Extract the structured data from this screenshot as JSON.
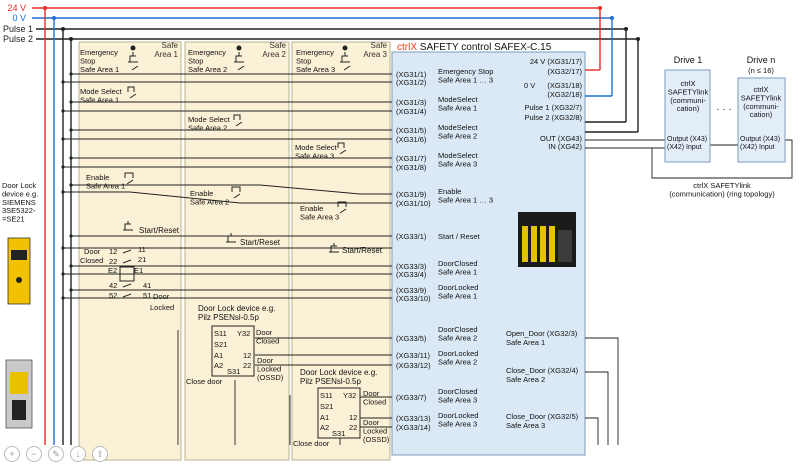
{
  "colors": {
    "wire_24v": "#e32b2b",
    "wire_0v": "#1f6fd1",
    "wire": "#222222",
    "zone_fill": "#fbf1d6",
    "zone_border": "#b9b294",
    "controller_fill": "#dbe8f5",
    "controller_border": "#7e9cbd",
    "brand": "#e3421b",
    "drive_fill": "#e3eef9"
  },
  "rails": {
    "v24": "24 V",
    "v0": "0 V",
    "pulse1": "Pulse 1",
    "pulse2": "Pulse 2"
  },
  "zones": {
    "area1": "Safe\nArea 1",
    "area2": "Safe\nArea 2",
    "area3": "Safe\nArea 3"
  },
  "controller": {
    "brand": "ctrlX",
    "title": " SAFETY control SAFEX-C.15"
  },
  "devices": {
    "estop1": "Emergency\nStop\nSafe Area 1",
    "estop2": "Emergency\nStop\nSafe Area 2",
    "estop3": "Emergency\nStop\nSafe Area 3",
    "modesel1": "Mode Select\nSafe Area 1",
    "modesel2": "Mode Select\nSafe Area 2",
    "modesel3": "Mode Select\nSafe Area 3",
    "enable1": "Enable\nSafe Area 1",
    "enable2": "Enable\nSafe Area 2",
    "enable3": "Enable\nSafe Area 3",
    "start1": "Start/Reset",
    "start2": "Start/Reset",
    "start3": "Start/Reset",
    "doorlock_ext": "Door Lock\ndevice e.g.\nSIEMENS\n3SE5322-\n=SE21",
    "door_contacts": [
      {
        "key": "door",
        "t": "Door"
      },
      {
        "key": "closed",
        "t": "Closed"
      },
      {
        "key": "n12",
        "t": "12"
      },
      {
        "key": "n11",
        "t": "11"
      },
      {
        "key": "n22",
        "t": "22"
      },
      {
        "key": "n21",
        "t": "21"
      },
      {
        "key": "e2",
        "t": "E2"
      },
      {
        "key": "e1",
        "t": "E1"
      },
      {
        "key": "n42",
        "t": "42"
      },
      {
        "key": "n41",
        "t": "41"
      },
      {
        "key": "n52",
        "t": "52"
      },
      {
        "key": "n51",
        "t": "51"
      },
      {
        "key": "door2",
        "t": "Door"
      },
      {
        "key": "locked",
        "t": "Locked"
      }
    ],
    "pilz1_title": "Door Lock device e.g.\nPilz PSENsl-0.5p",
    "pilz2_title": "Door Lock device e.g.\nPilz PSENsl-0.5p",
    "pilz_pins": {
      "s11": "S11",
      "s21": "S21",
      "a1": "A1",
      "a2": "A2",
      "s31": "S31",
      "y32": "Y32",
      "n12": "12",
      "n22": "22"
    },
    "pilz_labels": {
      "door_closed": "Door\nClosed",
      "door_locked": "Door\nLocked\n(OSSD)",
      "close_door": "Close door"
    }
  },
  "terminals_left": [
    {
      "key": "t1",
      "t": "(XG31/1)"
    },
    {
      "key": "t2",
      "t": "(XG31/2)"
    },
    {
      "key": "t3",
      "t": "(XG31/3)"
    },
    {
      "key": "t4",
      "t": "(XG31/4)"
    },
    {
      "key": "t5",
      "t": "(XG31/5)"
    },
    {
      "key": "t6",
      "t": "(XG31/6)"
    },
    {
      "key": "t7",
      "t": "(XG31/7)"
    },
    {
      "key": "t8",
      "t": "(XG31/8)"
    },
    {
      "key": "t9",
      "t": "(XG31/9)"
    },
    {
      "key": "t10",
      "t": "(XG31/10)"
    },
    {
      "key": "t11",
      "t": "(XG33/1)"
    },
    {
      "key": "t12",
      "t": "(XG33/3)"
    },
    {
      "key": "t13",
      "t": "(XG33/4)"
    },
    {
      "key": "t14",
      "t": "(XG33/9)"
    },
    {
      "key": "t15",
      "t": "(XG33/10)"
    },
    {
      "key": "t16",
      "t": "(XG33/5)"
    },
    {
      "key": "t17",
      "t": "(XG33/11)"
    },
    {
      "key": "t18",
      "t": "(XG33/12)"
    },
    {
      "key": "t19",
      "t": "(XG33/7)"
    },
    {
      "key": "t20",
      "t": "(XG33/13)"
    },
    {
      "key": "t21",
      "t": "(XG33/14)"
    }
  ],
  "functions_left": [
    {
      "key": "f1",
      "t": "Emergency Stop\nSafe Area 1 … 3"
    },
    {
      "key": "f2",
      "t": "ModeSelect\nSafe Area 1"
    },
    {
      "key": "f3",
      "t": "ModeSelect\nSafe Area 2"
    },
    {
      "key": "f4",
      "t": "ModeSelect\nSafe Area 3"
    },
    {
      "key": "f5",
      "t": "Enable\nSafe Area 1 … 3"
    },
    {
      "key": "f6",
      "t": "Start / Reset"
    },
    {
      "key": "f7",
      "t": "DoorClosed\nSafe Area 1"
    },
    {
      "key": "f8",
      "t": "DoorLocked\nSafe Area 1"
    },
    {
      "key": "f9",
      "t": "DoorClosed\nSafe Area 2"
    },
    {
      "key": "f10",
      "t": "DoorLocked\nSafe Area 2"
    },
    {
      "key": "f11",
      "t": "DoorClosed\nSafe Area 3"
    },
    {
      "key": "f12",
      "t": "DoorLocked\nSafe Area 3"
    }
  ],
  "right_side": [
    {
      "key": "r1",
      "t": "24 V (XG31/17)"
    },
    {
      "key": "r2",
      "t": "(XG32/17)"
    },
    {
      "key": "r3",
      "t": "0 V"
    },
    {
      "key": "r4",
      "t": "(XG31/18)"
    },
    {
      "key": "r5",
      "t": "(XG32/18)"
    },
    {
      "key": "r6",
      "t": "Pulse 1  (XG32/7)"
    },
    {
      "key": "r7",
      "t": "Pulse 2  (XG32/8)"
    },
    {
      "key": "r8",
      "t": "OUT  (XG43)"
    },
    {
      "key": "r9",
      "t": "IN   (XG42)"
    },
    {
      "key": "r10",
      "t": "Open_Door  (XG32/3)"
    },
    {
      "key": "r11",
      "t": "Safe Area 1"
    },
    {
      "key": "r12",
      "t": "Close_Door  (XG32/4)"
    },
    {
      "key": "r13",
      "t": "Safe Area 2"
    },
    {
      "key": "r14",
      "t": "Close_Door  (XG32/5)"
    },
    {
      "key": "r15",
      "t": "Safe Area 3"
    }
  ],
  "drives": {
    "drive1_title": "Drive 1",
    "driven_title": "Drive n",
    "driven_sub": "(n ≤ 16)",
    "ellipsis": "· · ·",
    "body": "ctrlX\nSAFETYlink\n(communi-\ncation)",
    "ports": "Output (X43)\n(X42) Input",
    "bus_label": "ctrlX SAFETYlink\n(communication) (ring topology)"
  },
  "icons": [
    "zoom-in-icon",
    "zoom-out-icon",
    "pencil-icon",
    "download-icon",
    "share-icon"
  ]
}
